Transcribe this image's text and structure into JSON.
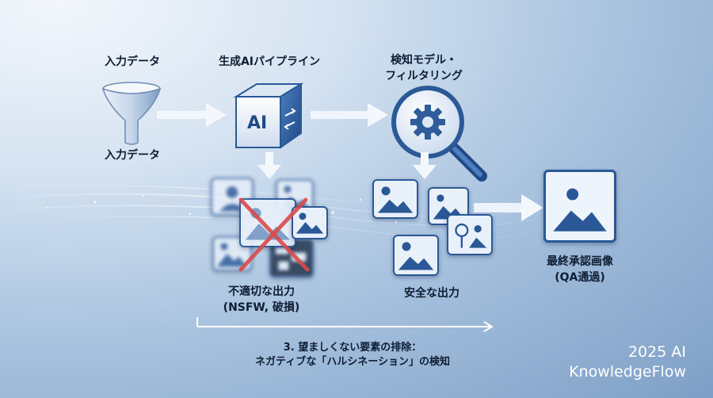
{
  "labels": {
    "input_top": "入力データ",
    "input_bottom": "入力データ",
    "pipeline": "生成AIパイプライン",
    "filter_line1": "検知モデル・",
    "filter_line2": "フィルタリング",
    "unsafe_line1": "不適切な出力",
    "unsafe_line2": "(NSFW, 破損)",
    "safe": "安全な出力",
    "final_line1": "最終承認画像",
    "final_line2": "(QA通過)"
  },
  "ai_box_text": "AI",
  "caption": {
    "line1": "3. 望ましくない要素の排除：",
    "line2": "ネガティブな「ハルシネーション」の検知"
  },
  "watermark": {
    "line1": "2025 AI",
    "line2": "KnowledgeFlow"
  },
  "colors": {
    "accent": "#2b5896",
    "reject": "#d84a4a"
  },
  "icons": [
    "funnel-icon",
    "ai-cube-icon",
    "magnifier-gear-icon",
    "image-icon",
    "reject-x-icon"
  ]
}
